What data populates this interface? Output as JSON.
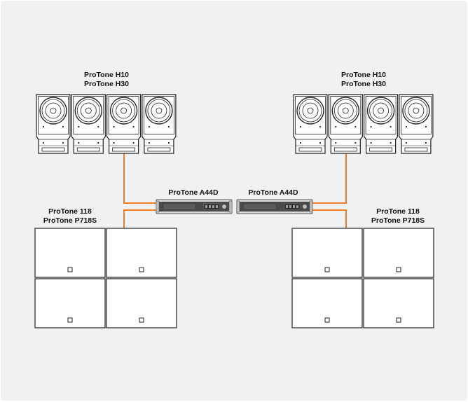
{
  "colors": {
    "background": "#f0f1f2",
    "cable": "#f07d2a",
    "cabinet_fill": "#ffffff",
    "cabinet_stroke": "#222222",
    "amp_body": "#4a4a4a"
  },
  "left_group": {
    "tops_label": [
      "ProTone H10",
      "ProTone H30"
    ],
    "amp_label": "ProTone A44D",
    "subs_label": [
      "ProTone 118",
      "ProTone P718S"
    ]
  },
  "right_group": {
    "tops_label": [
      "ProTone H10",
      "ProTone H30"
    ],
    "amp_label": "ProTone A44D",
    "subs_label": [
      "ProTone 118",
      "ProTone P718S"
    ]
  },
  "icons": {
    "top_speaker": "line-array-top-cabinet-icon",
    "subwoofer": "subwoofer-cabinet-icon",
    "amplifier": "rack-amplifier-icon"
  }
}
